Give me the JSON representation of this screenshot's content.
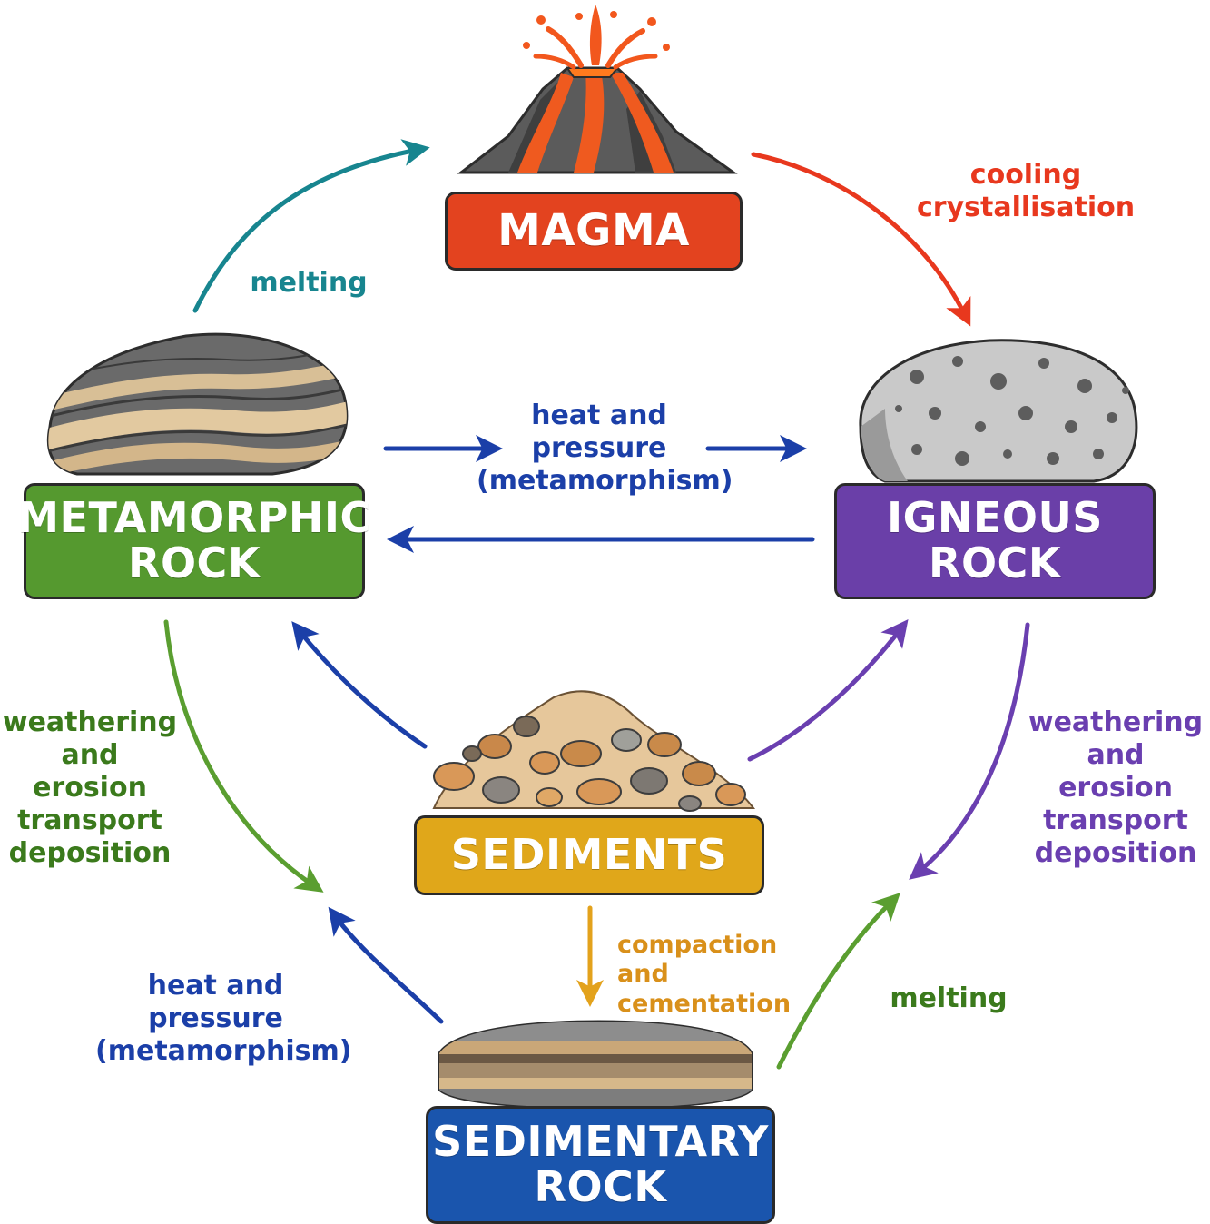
{
  "nodes": {
    "magma": {
      "line1": "MAGMA"
    },
    "metamorphic": {
      "line1": "METAMORPHIC",
      "line2": "ROCK"
    },
    "igneous": {
      "line1": "IGNEOUS",
      "line2": "ROCK"
    },
    "sediments": {
      "line1": "SEDIMENTS"
    },
    "sedimentary": {
      "line1": "SEDIMENTARY",
      "line2": "ROCK"
    }
  },
  "edges": {
    "melting_top": {
      "lines": [
        "melting"
      ]
    },
    "cooling": {
      "lines": [
        "cooling",
        "crystallisation"
      ]
    },
    "heat_mid": {
      "lines": [
        "heat and",
        "pressure",
        "(metamorphism)"
      ]
    },
    "weather_left": {
      "lines": [
        "weathering",
        "and erosion",
        "transport",
        "deposition"
      ]
    },
    "weather_right": {
      "lines": [
        "weathering",
        "and erosion",
        "transport",
        "deposition"
      ]
    },
    "compaction": {
      "lines": [
        "compaction",
        "and cementation"
      ]
    },
    "heat_bottom": {
      "lines": [
        "heat and",
        "pressure",
        "(metamorphism)"
      ]
    },
    "melting_bottom": {
      "lines": [
        "melting"
      ]
    }
  },
  "colors": {
    "magma": "#e3431f",
    "metamorphic": "#55992f",
    "igneous": "#6a3fa8",
    "sediments": "#e0a71a",
    "sedimentary": "#1a55ad",
    "teal": "#17858f",
    "red": "#e8381e",
    "blue": "#1b3fa8",
    "green": "#5a9e30",
    "green_text": "#3b7a1c",
    "purple": "#6a3fb0",
    "orange": "#e3a21c",
    "orange_text": "#d9901a"
  },
  "illustrations": [
    "volcano-icon",
    "metamorphic-rock-icon",
    "igneous-rock-icon",
    "sediment-pile-icon",
    "sedimentary-rock-icon"
  ]
}
